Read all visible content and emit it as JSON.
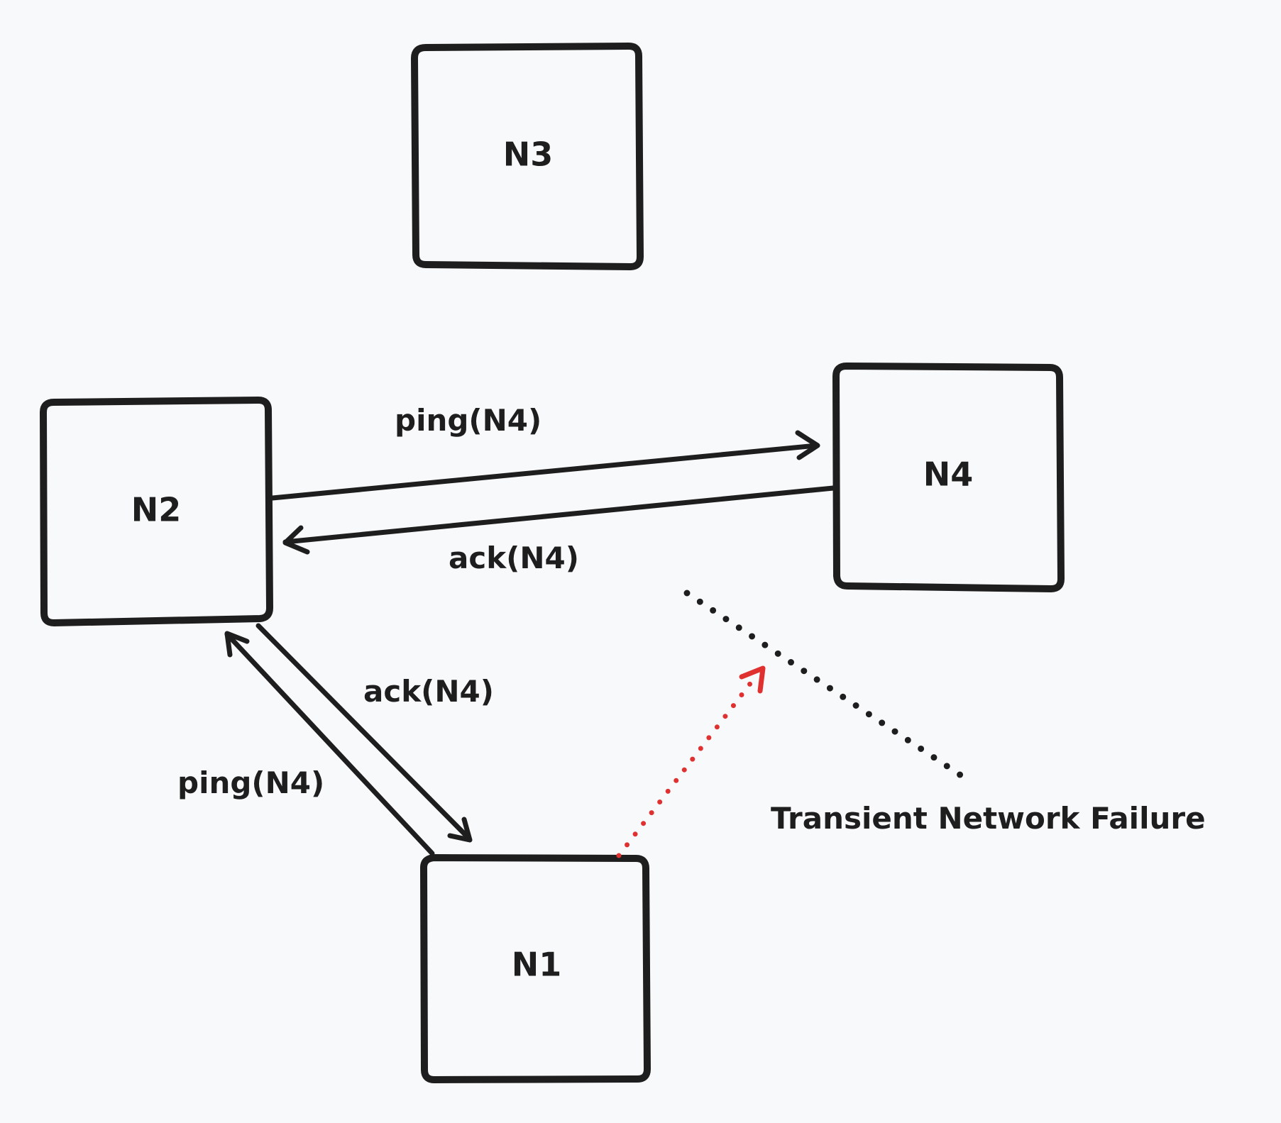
{
  "nodes": {
    "n1": "N1",
    "n2": "N2",
    "n3": "N3",
    "n4": "N4"
  },
  "edges": {
    "n2_to_n4": "ping(N4)",
    "n4_to_n2": "ack(N4)",
    "n2_to_n1": "ack(N4)",
    "n1_to_n2": "ping(N4)"
  },
  "failure": {
    "label": "Transient Network Failure",
    "color": "#e03131"
  },
  "colors": {
    "stroke": "#1e1e1e",
    "background": "#f8f9fb"
  }
}
